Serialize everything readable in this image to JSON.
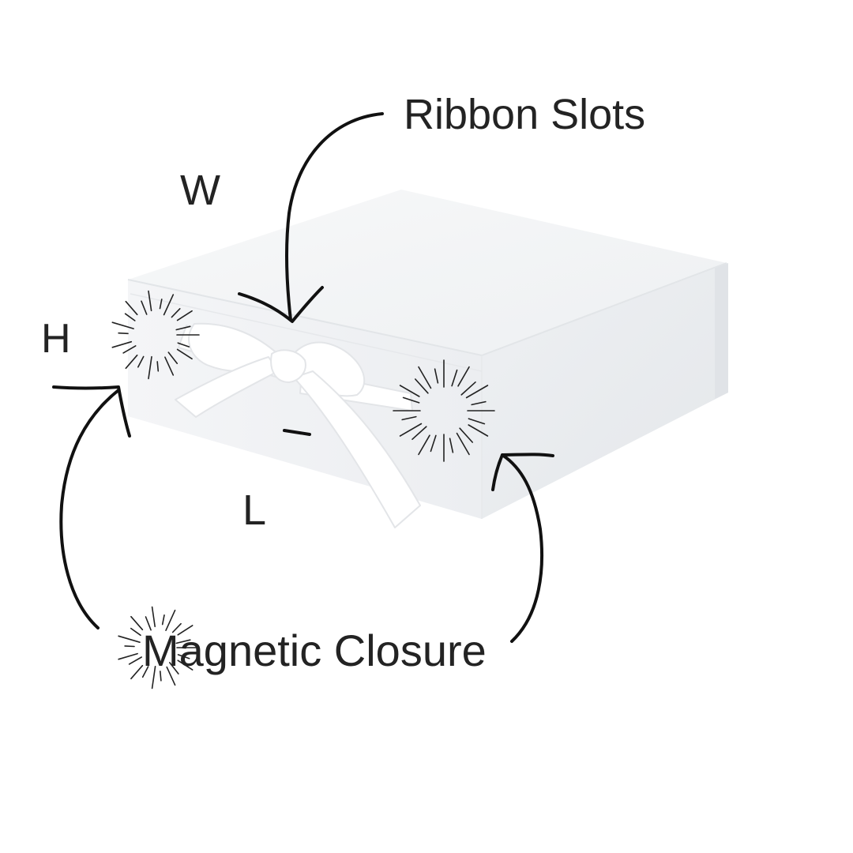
{
  "labels": {
    "ribbon_slots": "Ribbon Slots",
    "width": "W",
    "height": "H",
    "length": "L",
    "magnetic_closure": "Magnetic Closure"
  },
  "colors": {
    "background": "#ffffff",
    "box": "#f4f5f6",
    "text": "#232323",
    "arrows": "#111111"
  },
  "icons": [
    "sparkle-icon",
    "arrow-icon"
  ]
}
